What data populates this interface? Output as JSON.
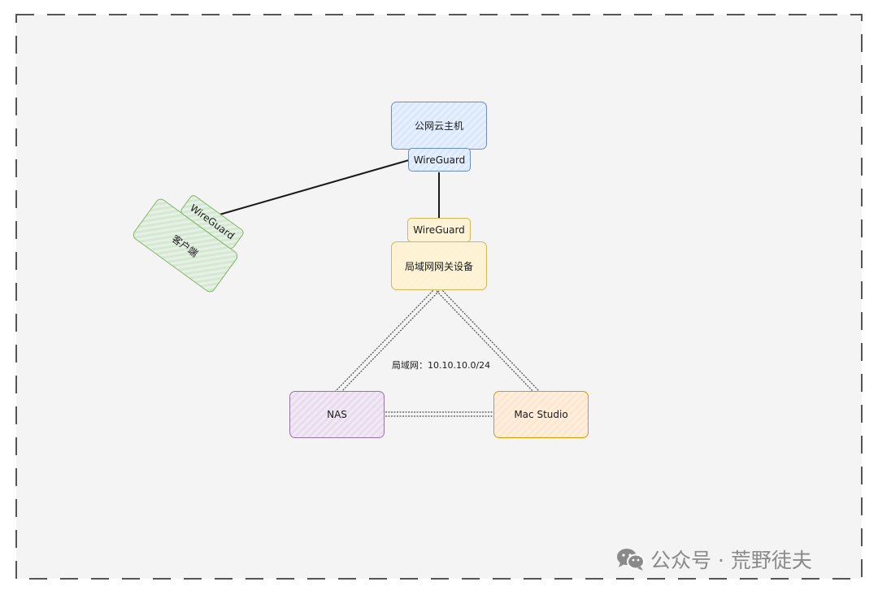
{
  "nodes": {
    "cloud_host": "公网云主机",
    "cloud_wireguard": "WireGuard",
    "gateway_wireguard": "WireGuard",
    "gateway": "局域网网关设备",
    "client_wireguard": "WireGuard",
    "client": "客户端",
    "nas": "NAS",
    "mac_studio": "Mac Studio"
  },
  "lan_label": "局域网：10.10.10.0/24",
  "watermark": {
    "icon": "wechat-icon",
    "text": "公众号 · 荒野徒夫"
  },
  "colors": {
    "blue": "#6c8ebf",
    "yellow": "#d6b656",
    "purple": "#9673a6",
    "orange": "#d79b00",
    "green": "#82b366"
  }
}
